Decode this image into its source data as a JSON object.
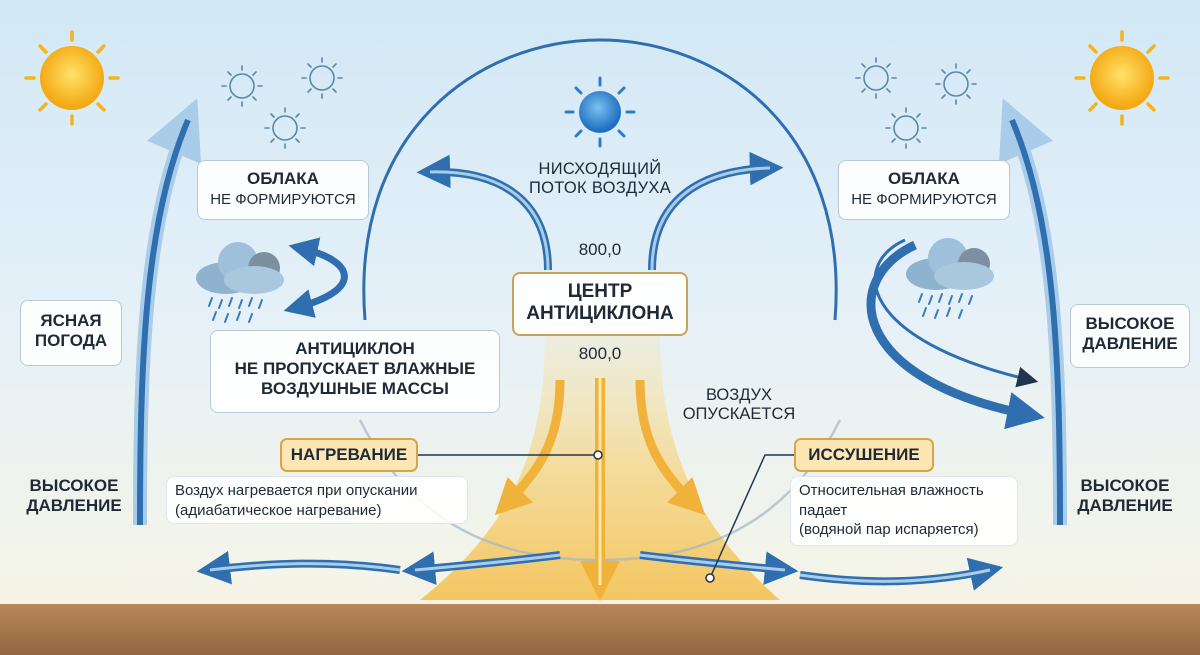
{
  "diagram": {
    "center": {
      "title_line1": "ЦЕНТР",
      "title_line2": "АНТИЦИКЛОНА",
      "pressure_top": "800,0",
      "pressure_bottom": "800,0"
    },
    "descending_flow": {
      "line1": "НИСХОДЯЩИЙ",
      "line2": "ПОТОК ВОЗДУХА"
    },
    "air_sinks": {
      "line1": "ВОЗДУХ",
      "line2": "ОПУСКАЕТСЯ"
    },
    "left": {
      "clouds": {
        "title": "ОБЛАКА",
        "subtitle": "НЕ ФОРМИРУЮТСЯ"
      },
      "clear_weather": {
        "line1": "ЯСНАЯ",
        "line2": "ПОГОДА"
      },
      "high_pressure": {
        "line1": "ВЫСОКОЕ",
        "line2": "ДАВЛЕНИЕ"
      },
      "anticyclone": {
        "line1": "АНТИЦИКЛОН",
        "line2": "НЕ ПРОПУСКАЕТ ВЛАЖНЫЕ",
        "line3": "ВОЗДУШНЫЕ МАССЫ"
      },
      "heating": {
        "tag": "НАГРЕВАНИЕ",
        "line1": "Воздух нагревается при опускании",
        "line2": "(адиабатическое нагревание)"
      }
    },
    "right": {
      "clouds": {
        "title": "ОБЛАКА",
        "subtitle": "НЕ ФОРМИРУЮТСЯ"
      },
      "high_pressure_upper": {
        "line1": "ВЫСОКОЕ",
        "line2": "ДАВЛЕНИЕ"
      },
      "high_pressure_lower": {
        "line1": "ВЫСОКОЕ",
        "line2": "ДАВЛЕНИЕ"
      },
      "drying": {
        "tag": "ИССУШЕНИЕ",
        "line1": "Относительная влажность",
        "line2": "падает",
        "line3": "(водяной пар испаряется)"
      }
    }
  },
  "colors": {
    "sky_top": "#d2e8f6",
    "arrow_blue": "#2f6fb0",
    "arrow_light": "#a9cde8",
    "sun_yellow": "#f7c21c",
    "center_sun": "#3d8fd6",
    "warm_plume": "#f6d27a",
    "ground": "#a8784c",
    "tag_fill": "#fbe6b4",
    "tag_border": "#d8a44a"
  },
  "icons": [
    "sun-icon",
    "outline-sun-icon",
    "rain-cloud-icon",
    "center-sun-icon"
  ]
}
